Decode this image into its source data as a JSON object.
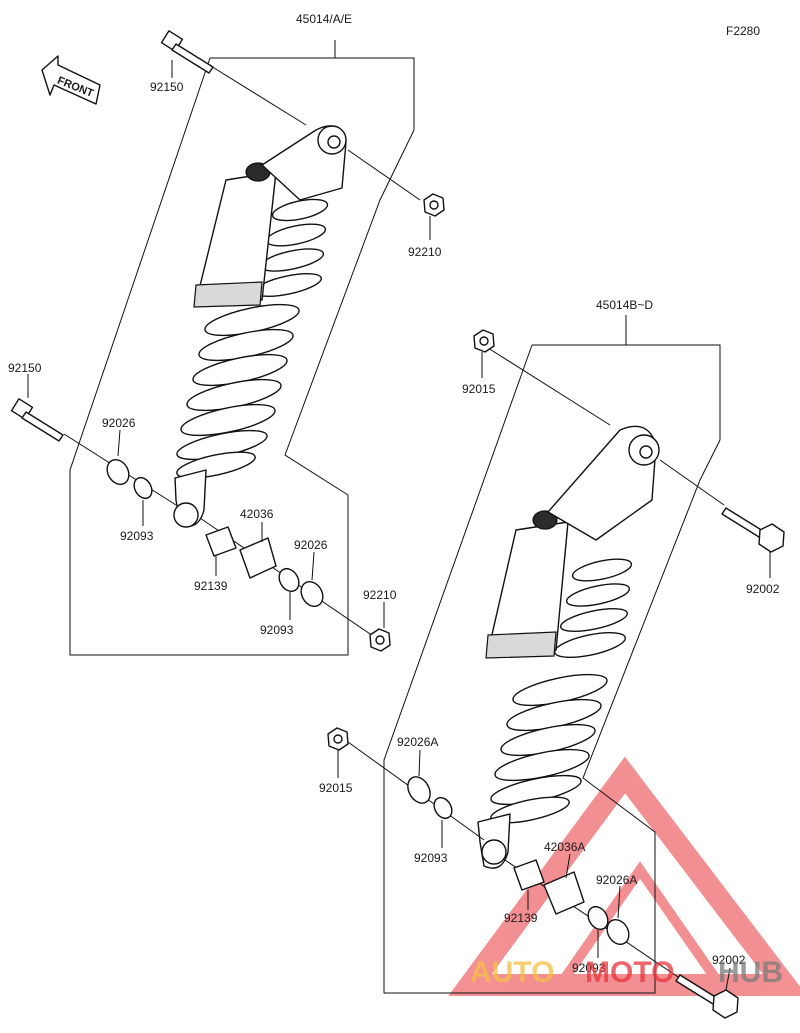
{
  "figure_code": "F2280",
  "front_marker": "FRONT",
  "assemblies": {
    "upper": "45014/A/E",
    "lower": "45014B~D"
  },
  "callouts": {
    "bolt_top": "92150",
    "nut_top": "92210",
    "bolt_left": "92150",
    "washer_left": "92026",
    "seal_left": "92093",
    "collar": "42036",
    "bush": "92139",
    "washer_right": "92026",
    "seal_right": "92093",
    "nut_right": "92210",
    "nut_b_top": "92015",
    "bolt_b_right": "92002",
    "nut_b_left": "92015",
    "washer_b_left": "92026A",
    "seal_b_left": "92093",
    "collar_b": "42036A",
    "washer_b_right": "92026A",
    "bush_b": "92139",
    "seal_b_right": "92093",
    "bolt_b_bottom": "92002"
  },
  "watermark": {
    "part1": "AUTO",
    "part2": "MOTO",
    "part3": "HUB",
    "color_red": "#e8343a",
    "color_yellow": "#f5c043",
    "color_grey": "#7a7a7a"
  }
}
